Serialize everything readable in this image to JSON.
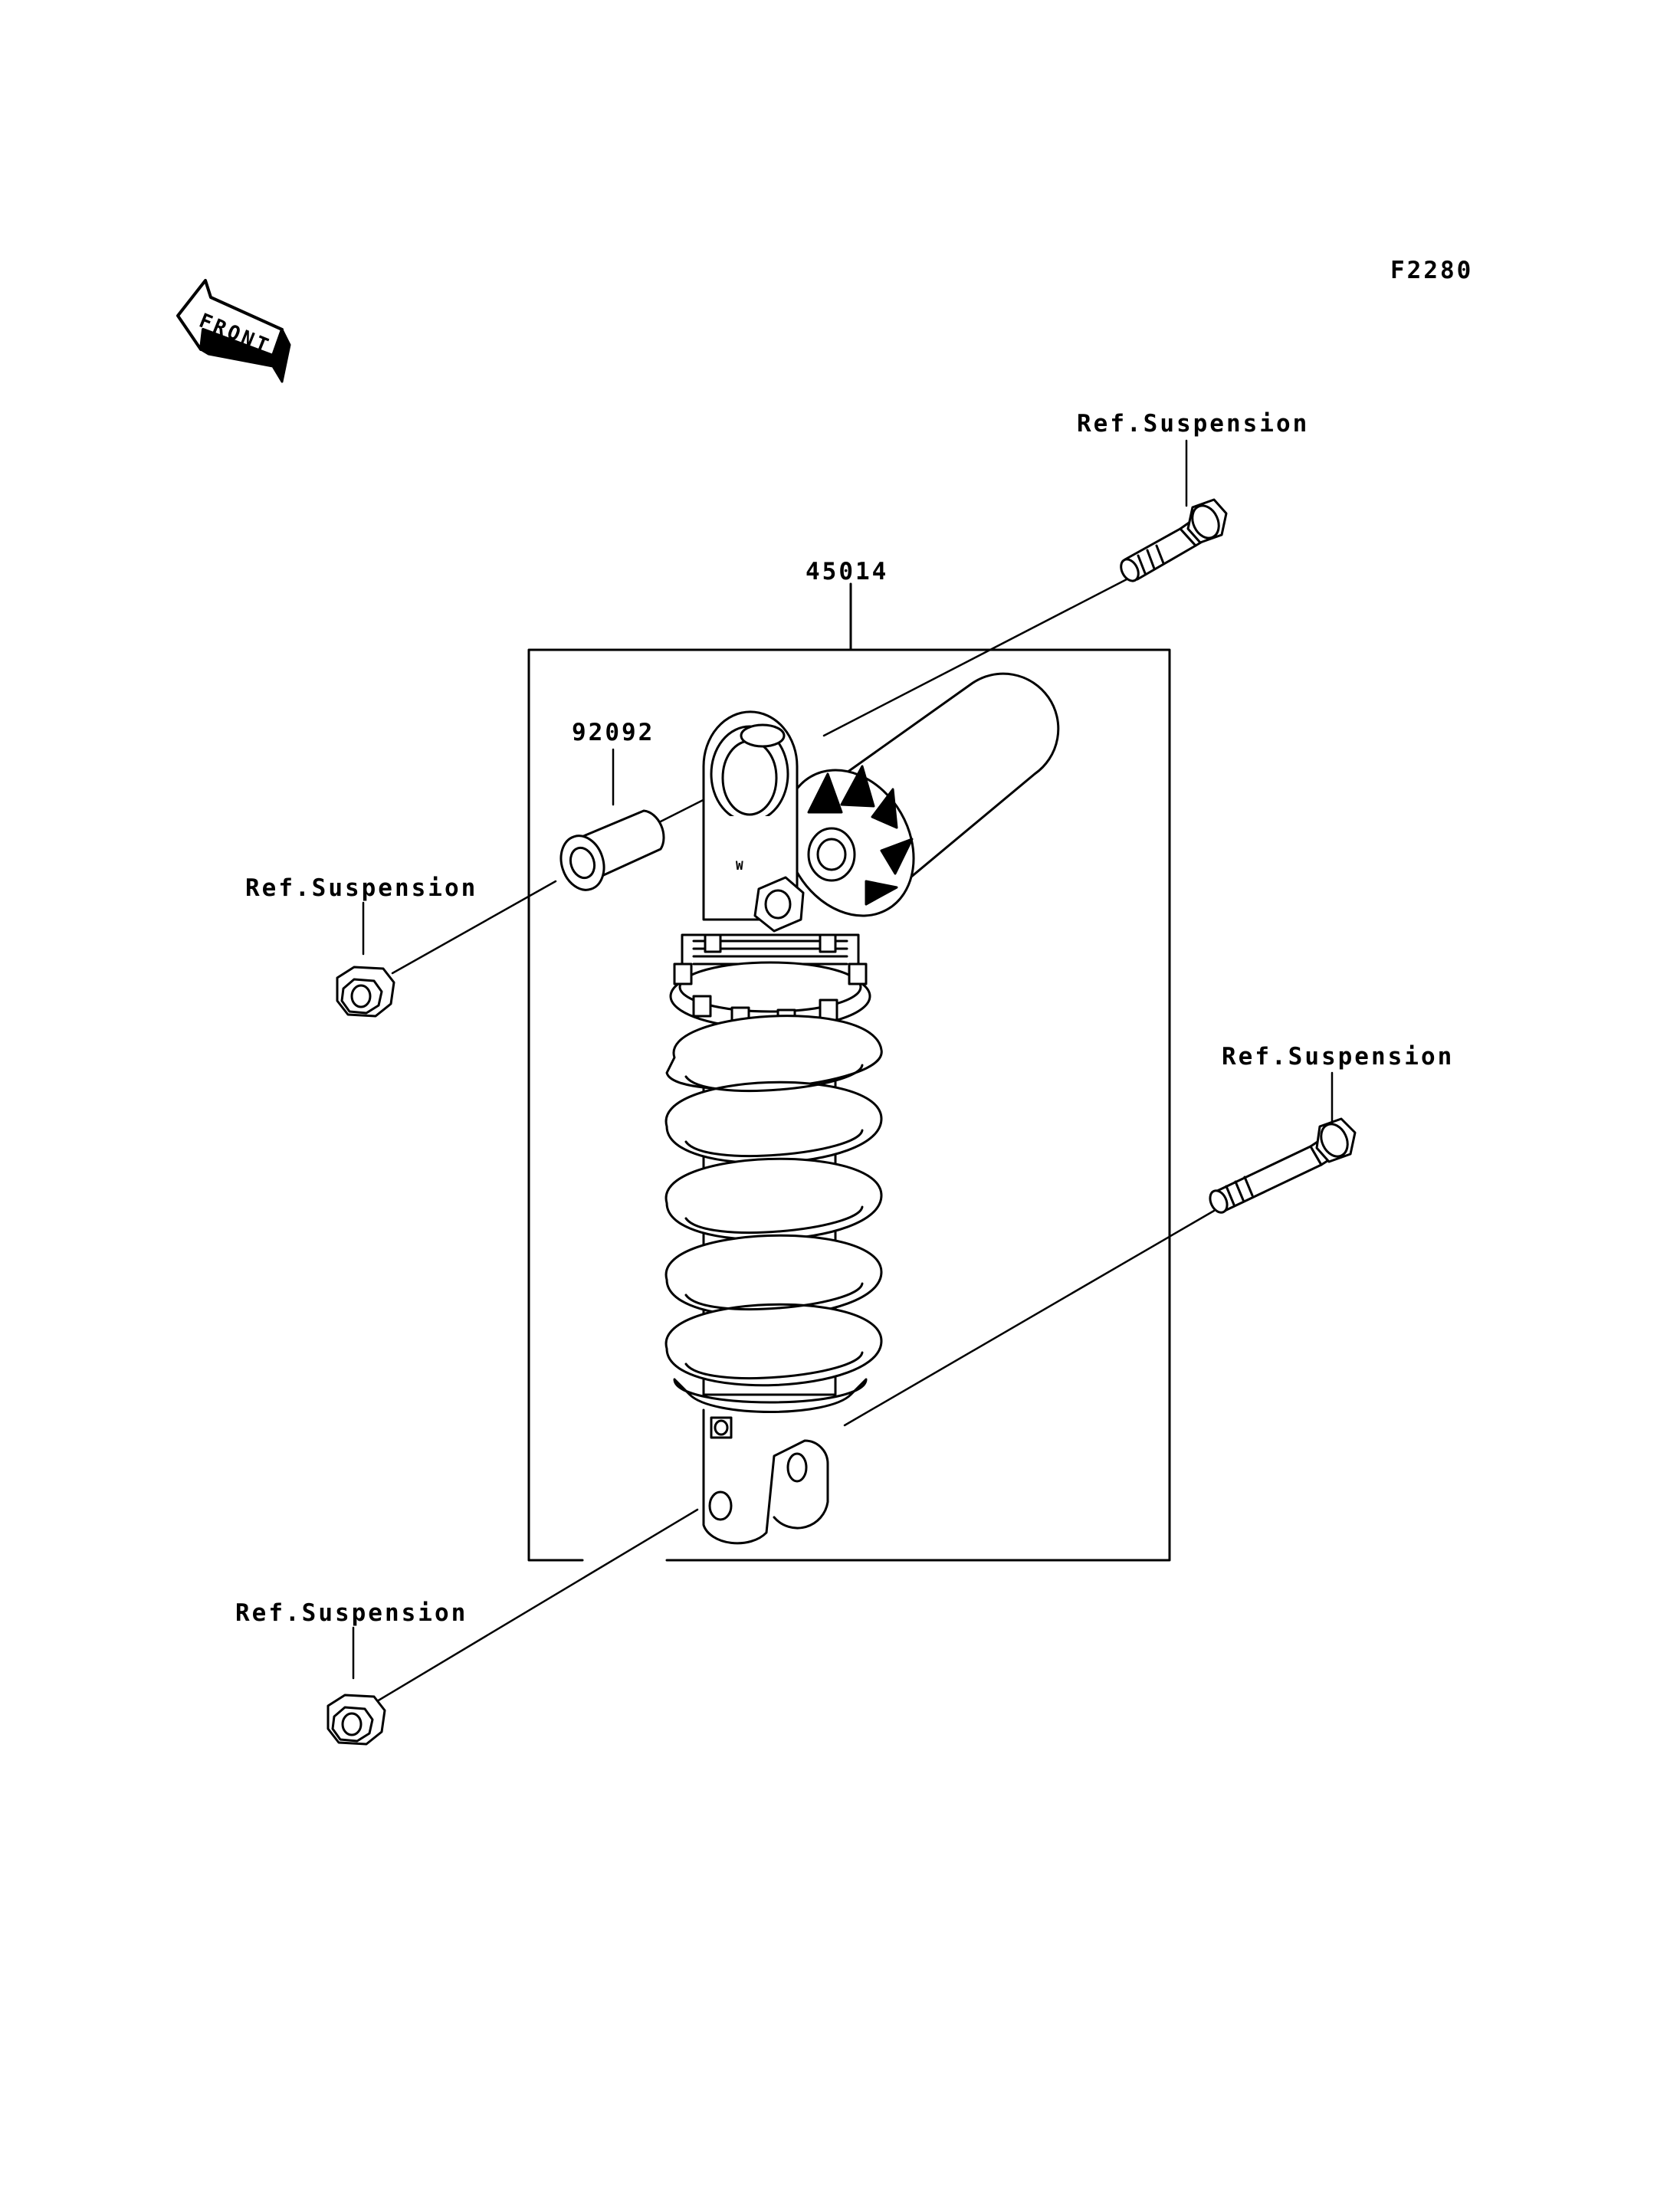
{
  "figure_code": "F2280",
  "front_label": "FRONT",
  "parts": {
    "shock_absorber": "45014",
    "collar": "92092"
  },
  "references": {
    "upper_bolt": "Ref.Suspension",
    "upper_nut": "Ref.Suspension",
    "lower_bolt": "Ref.Suspension",
    "lower_nut": "Ref.Suspension"
  }
}
